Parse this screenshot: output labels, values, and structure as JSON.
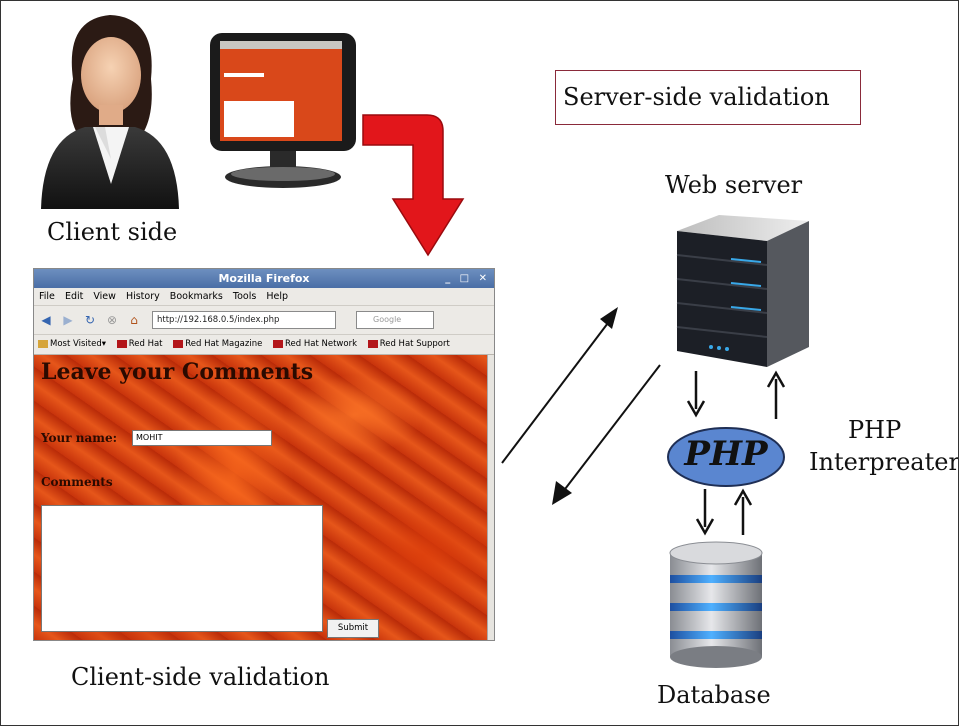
{
  "labels": {
    "client_side": "Client side",
    "client_validation": "Client-side validation",
    "server_validation": "Server-side validation",
    "web_server": "Web server",
    "php": "PHP",
    "php_interpreter_line1": "PHP",
    "php_interpreter_line2": "Interpreater",
    "database": "Database"
  },
  "browser": {
    "window_title": "Mozilla Firefox",
    "menu": [
      "File",
      "Edit",
      "View",
      "History",
      "Bookmarks",
      "Tools",
      "Help"
    ],
    "url": "http://192.168.0.5/index.php",
    "search_placeholder": "Google",
    "bookmarks": [
      "Most Visited",
      "Red Hat",
      "Red Hat Magazine",
      "Red Hat Network",
      "Red Hat Support"
    ],
    "page": {
      "title": "Leave your Comments",
      "name_label": "Your name:",
      "name_value": "MOHIT",
      "comments_label": "Comments",
      "submit_label": "Submit"
    }
  },
  "colors": {
    "arrow_red": "#e2161b",
    "php_blue": "#5a86d0",
    "box_border": "#8a2a3a"
  },
  "icons": [
    "user-icon",
    "monitor-icon",
    "server-icon",
    "database-icon",
    "red-arrow-icon"
  ]
}
